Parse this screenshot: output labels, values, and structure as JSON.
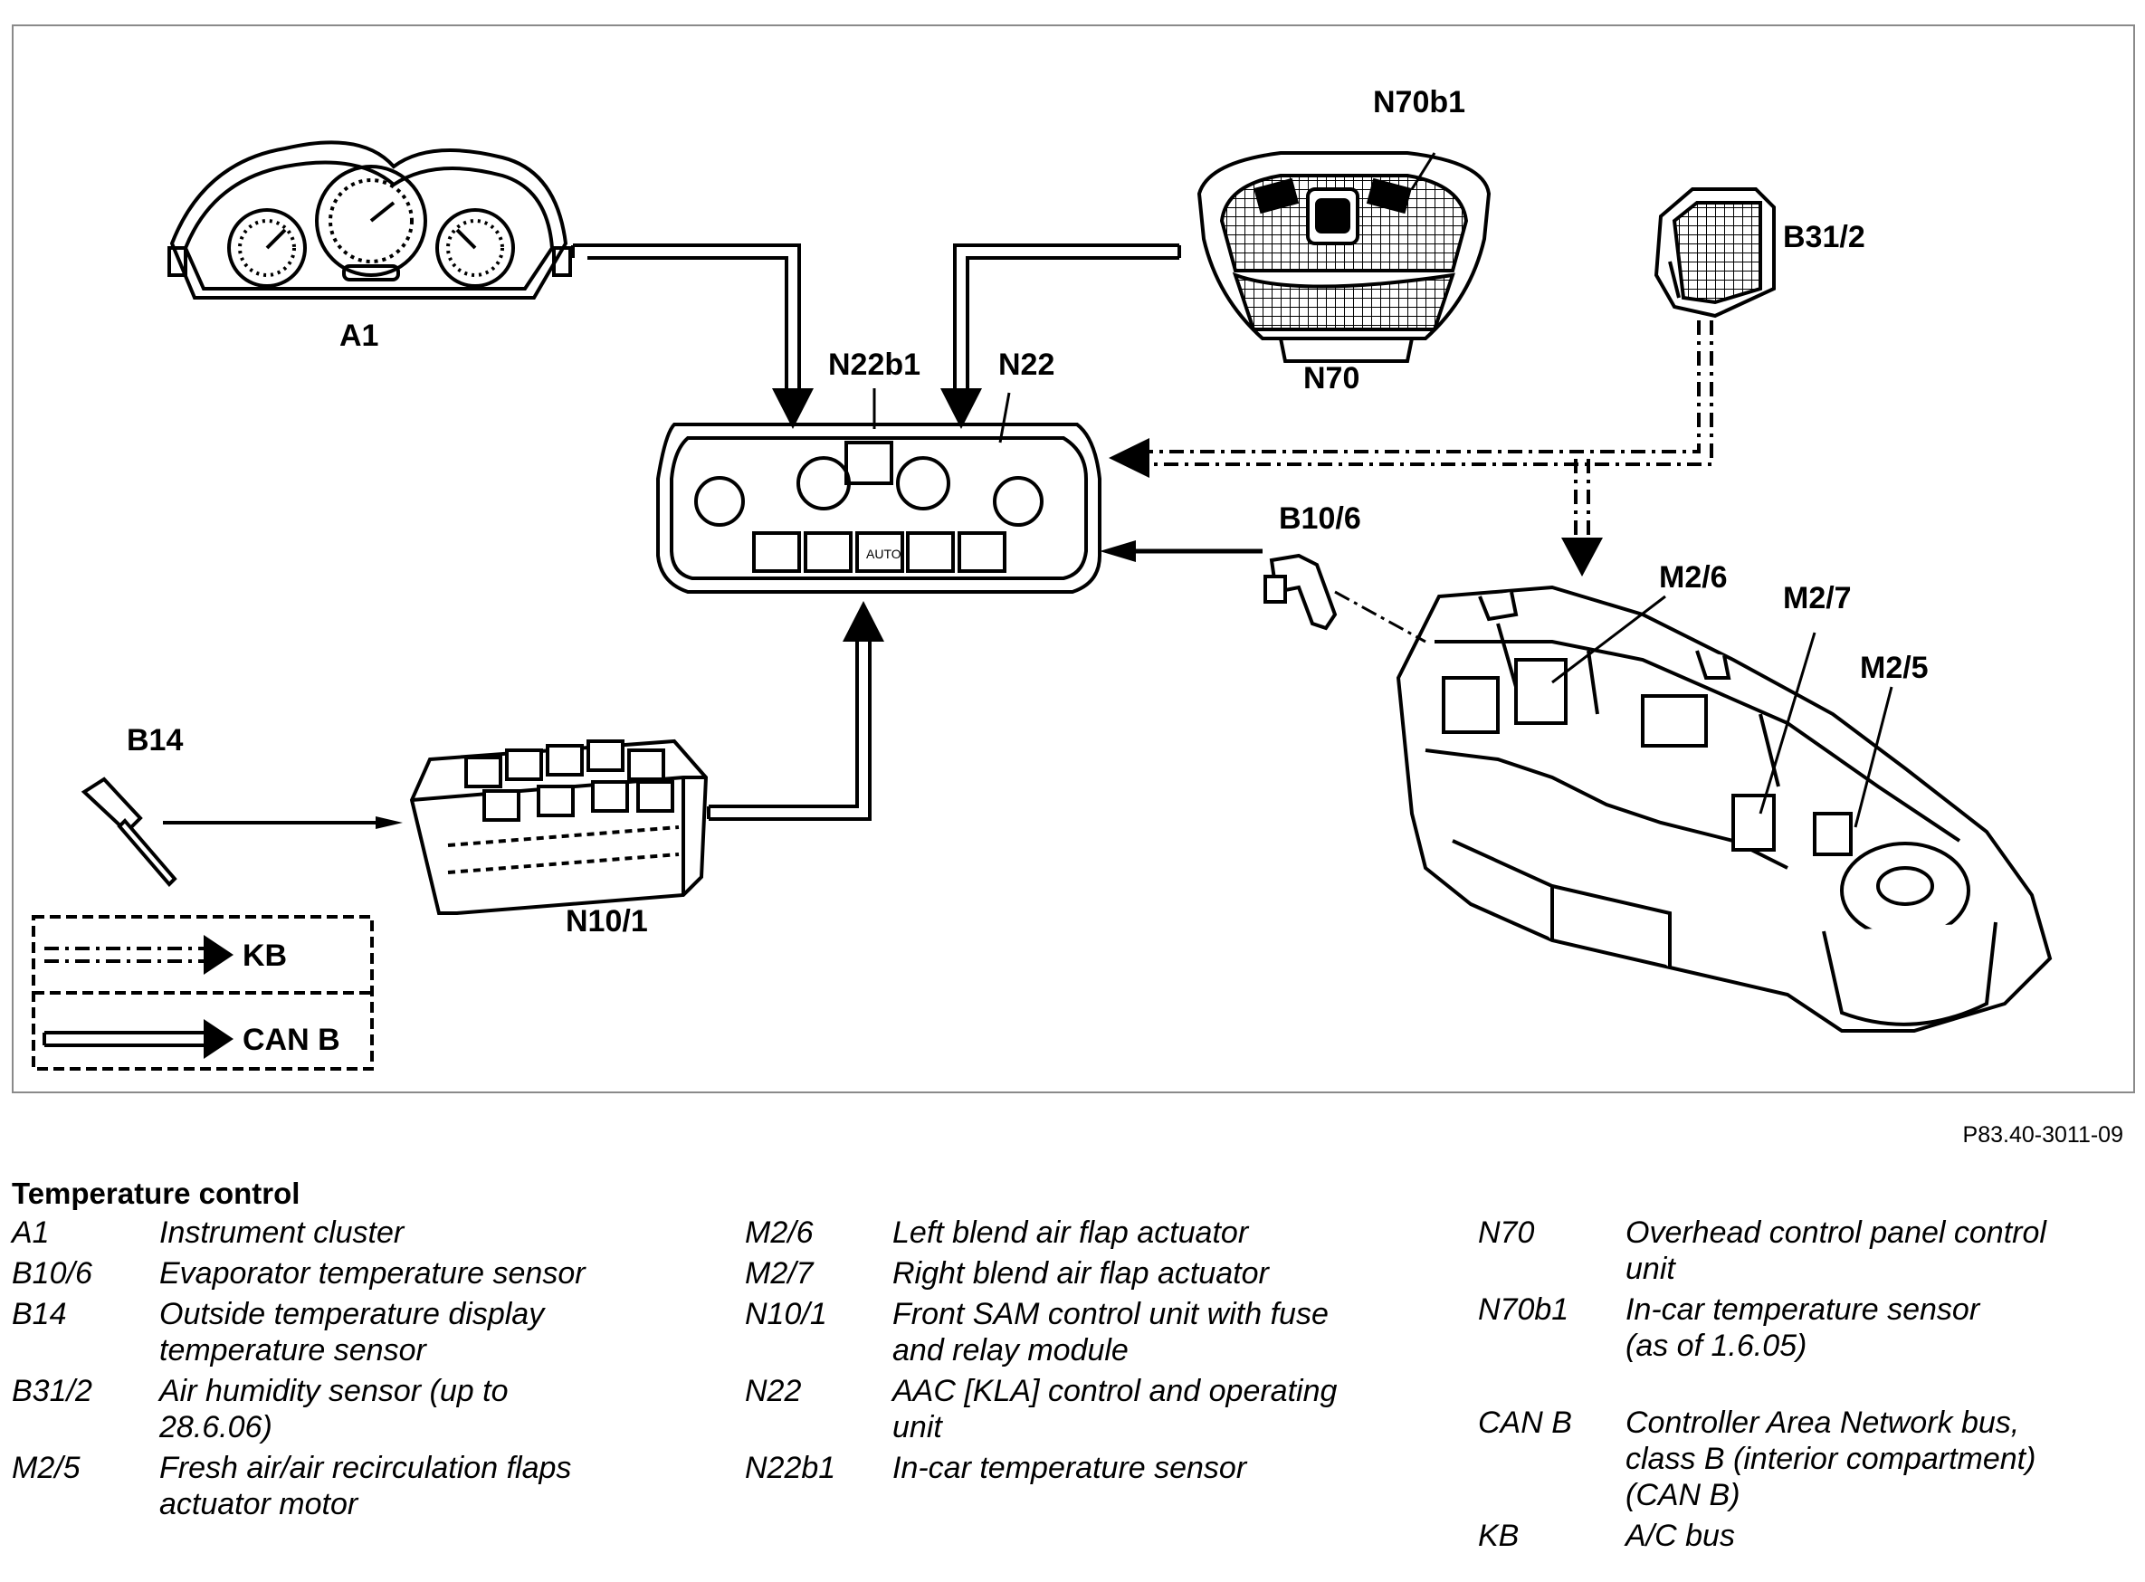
{
  "diagram": {
    "labels": {
      "a1": "A1",
      "n22b1": "N22b1",
      "n22": "N22",
      "n70b1": "N70b1",
      "n70": "N70",
      "b31_2": "B31/2",
      "b10_6": "B10/6",
      "m2_6": "M2/6",
      "m2_7": "M2/7",
      "m2_5": "M2/5",
      "b14": "B14",
      "n10_1": "N10/1"
    },
    "key": {
      "kb": "KB",
      "can_b": "CAN B"
    },
    "figure_id": "P83.40-3011-09"
  },
  "legend": {
    "title": "Temperature control",
    "columns": [
      [
        {
          "code": "A1",
          "lines": [
            "Instrument cluster"
          ]
        },
        {
          "code": "B10/6",
          "lines": [
            "Evaporator temperature sensor"
          ]
        },
        {
          "code": "B14",
          "lines": [
            "Outside temperature display",
            "temperature sensor"
          ]
        },
        {
          "code": "B31/2",
          "lines": [
            "Air humidity sensor (up to",
            "28.6.06)"
          ]
        },
        {
          "code": "M2/5",
          "lines": [
            "Fresh air/air recirculation flaps",
            "actuator motor"
          ]
        }
      ],
      [
        {
          "code": "M2/6",
          "lines": [
            "Left blend air flap actuator"
          ]
        },
        {
          "code": "M2/7",
          "lines": [
            "Right blend air flap actuator"
          ]
        },
        {
          "code": "N10/1",
          "lines": [
            "Front SAM control unit with fuse",
            "and relay module"
          ]
        },
        {
          "code": "N22",
          "lines": [
            "AAC [KLA] control and operating",
            "unit"
          ]
        },
        {
          "code": "N22b1",
          "lines": [
            "In-car temperature sensor"
          ]
        }
      ],
      [
        {
          "code": "N70",
          "lines": [
            "Overhead control panel control",
            "unit"
          ]
        },
        {
          "code": "N70b1",
          "lines": [
            "In-car temperature sensor",
            "(as of 1.6.05)"
          ]
        },
        {
          "code": "CAN B",
          "lines": [
            "Controller Area Network bus,",
            "class B (interior compartment)",
            "(CAN B)"
          ]
        },
        {
          "code": "KB",
          "lines": [
            "A/C bus"
          ]
        }
      ]
    ]
  }
}
